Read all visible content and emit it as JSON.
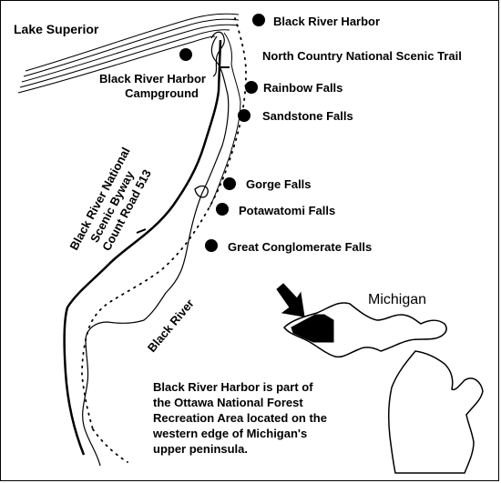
{
  "map": {
    "lake_label": "Lake Superior",
    "byway_lines": [
      "Black River National",
      "Scenic Byway",
      "Count Road 513"
    ],
    "river_label": "Black River",
    "campground_lines": [
      "Black River Harbor",
      "Campground"
    ],
    "state_label": "Michigan",
    "sites": [
      {
        "id": "black-river-harbor",
        "label": "Black River Harbor"
      },
      {
        "id": "north-country-trail",
        "label": "North Country National Scenic Trail"
      },
      {
        "id": "rainbow-falls",
        "label": "Rainbow Falls"
      },
      {
        "id": "sandstone-falls",
        "label": "Sandstone Falls"
      },
      {
        "id": "gorge-falls",
        "label": "Gorge Falls"
      },
      {
        "id": "potawatomi-falls",
        "label": "Potawatomi Falls"
      },
      {
        "id": "great-conglomerate-falls",
        "label": "Great Conglomerate Falls"
      }
    ],
    "info_lines": [
      "Black River Harbor is part of",
      "the Ottawa National Forest",
      "Recreation Area located on the",
      "western edge of Michigan's",
      "upper peninsula."
    ]
  }
}
